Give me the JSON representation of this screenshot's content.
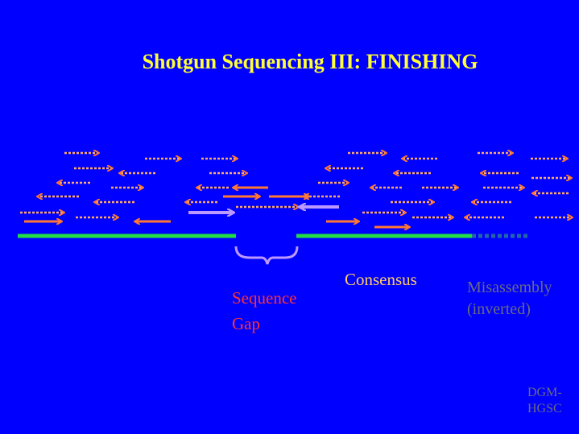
{
  "title": "Shotgun Sequencing III: FINISHING",
  "labels": {
    "sequence_gap": [
      "Sequence",
      "Gap"
    ],
    "consensus": "Consensus",
    "misassembly": [
      "Misassembly",
      "(inverted)"
    ]
  },
  "credit": [
    "DGM-",
    "HGSC"
  ],
  "colors": {
    "background": "#0000FF",
    "title": "#FFFF33",
    "read_arrow": "#FF7733",
    "read_dotted": "#FFAA66",
    "gap_read": "#BB99FF",
    "consensus": "#22DD44",
    "misassembly": "#2266AA",
    "gap_label": "#FF3333",
    "consensus_label": "#FFCC66",
    "faded_text": "#6A6A80"
  }
}
